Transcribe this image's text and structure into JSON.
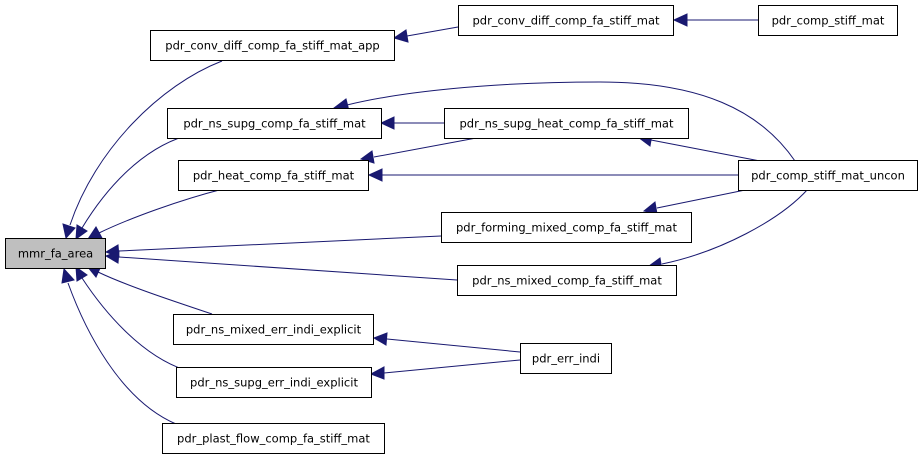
{
  "nodes": {
    "mmr_fa_area": "mmr_fa_area",
    "conv_app": "pdr_conv_diff_comp_fa_stiff_mat_app",
    "conv": "pdr_conv_diff_comp_fa_stiff_mat",
    "comp_stiff": "pdr_comp_stiff_mat",
    "ns_supg": "pdr_ns_supg_comp_fa_stiff_mat",
    "ns_supg_heat": "pdr_ns_supg_heat_comp_fa_stiff_mat",
    "heat": "pdr_heat_comp_fa_stiff_mat",
    "uncon": "pdr_comp_stiff_mat_uncon",
    "forming": "pdr_forming_mixed_comp_fa_stiff_mat",
    "ns_mixed": "pdr_ns_mixed_comp_fa_stiff_mat",
    "ns_mixed_err": "pdr_ns_mixed_err_indi_explicit",
    "err_indi": "pdr_err_indi",
    "ns_supg_err": "pdr_ns_supg_err_indi_explicit",
    "plast": "pdr_plast_flow_comp_fa_stiff_mat"
  },
  "colors": {
    "edge": "#191970",
    "root_fill": "#bfbfbf",
    "node_fill": "#ffffff",
    "border": "#000000"
  }
}
